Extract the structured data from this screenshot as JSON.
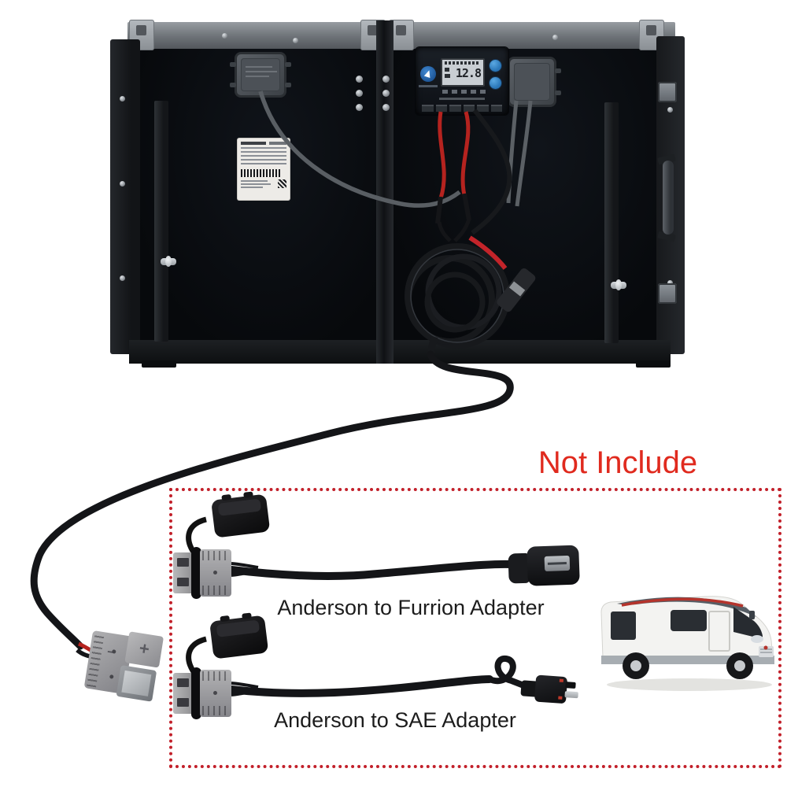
{
  "labels": {
    "not_include": "Not Include",
    "furrion_adapter": "Anderson to Furrion Adapter",
    "sae_adapter": "Anderson to SAE Adapter"
  },
  "charge_controller": {
    "lcd_value": "12.8"
  },
  "anderson_connector": {
    "plus_marking": "+",
    "minus_marking": "−"
  },
  "colors": {
    "accent_red_text": "#e02a1e",
    "dashed_border_red": "#c2202a",
    "panel_black": "#0a0c0f",
    "frame_gray": "#74797e",
    "controller_button_blue": "#2e86c9",
    "brand_logo_blue": "#2a6cb5",
    "anderson_gray": "#9e9ea1",
    "cable_black": "#141518",
    "wire_red": "#b5231f",
    "mc4_sleeve_red": "#c3242a",
    "rv_body_white": "#f3f3f1"
  }
}
